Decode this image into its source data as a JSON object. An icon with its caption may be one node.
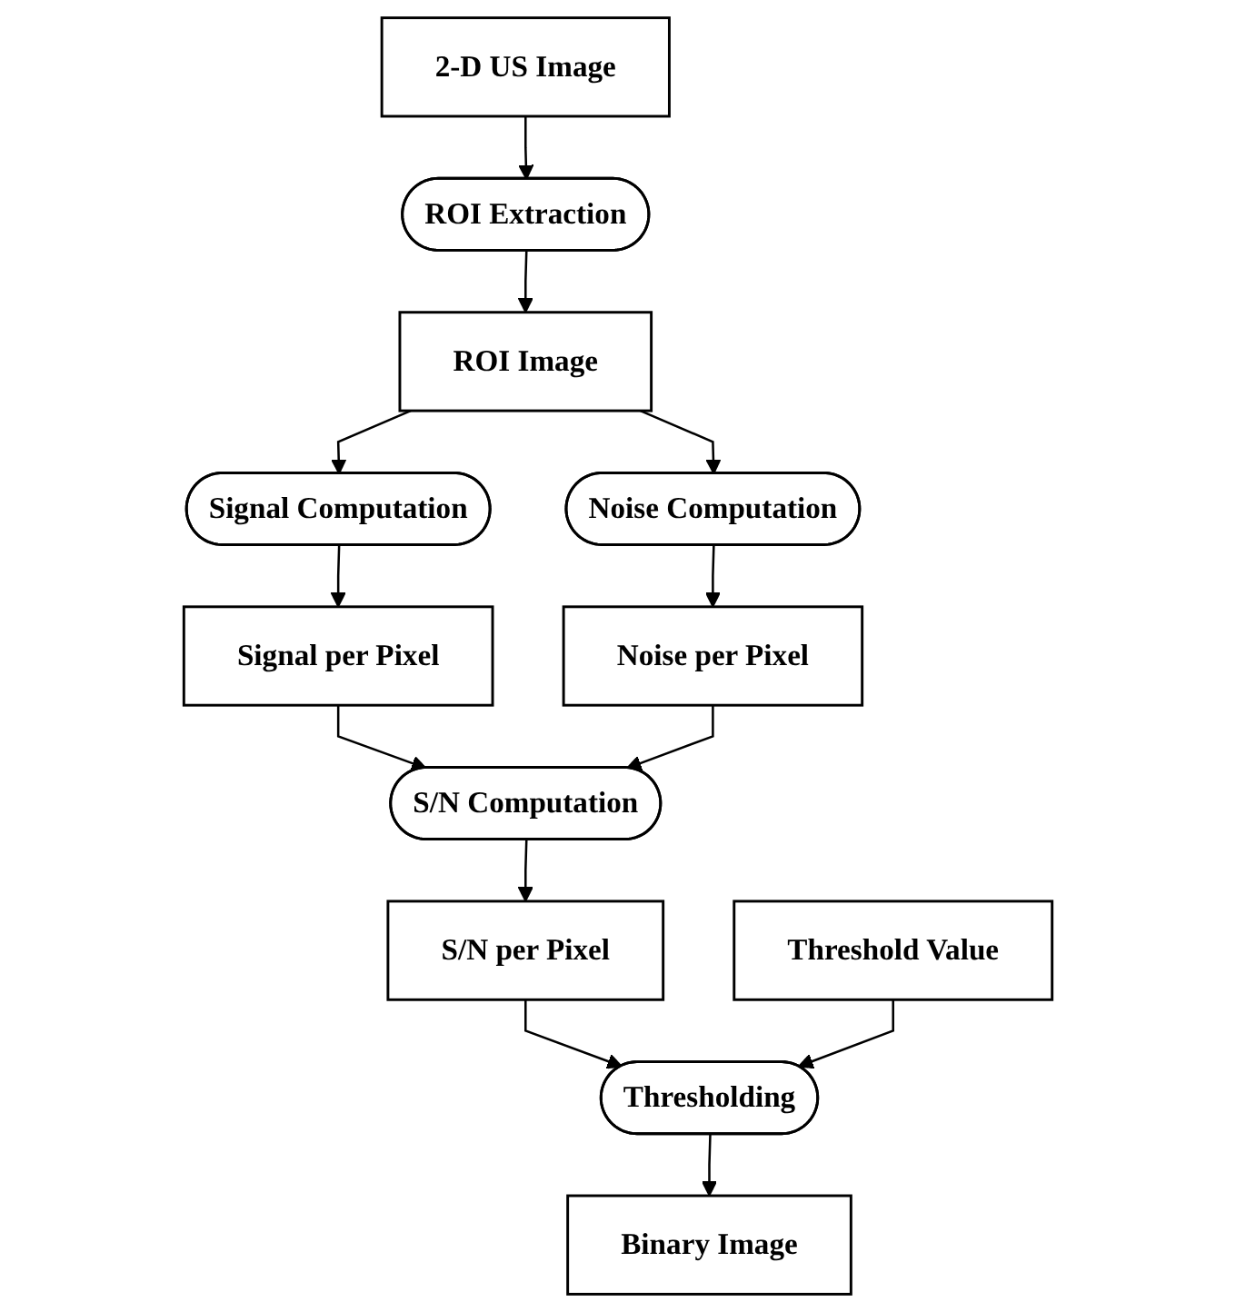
{
  "diagram": {
    "nodes": [
      {
        "text": [
          "2-D US Image"
        ]
      },
      {
        "text": [
          "ROI Extraction"
        ]
      },
      {
        "text": [
          "ROI Image"
        ]
      },
      {
        "text": [
          "Signal Computation"
        ]
      },
      {
        "text": [
          "Noise Computation"
        ]
      },
      {
        "text": [
          "Signal per Pixel"
        ]
      },
      {
        "text": [
          "Noise per Pixel"
        ]
      },
      {
        "text": [
          "S/N Computation"
        ]
      },
      {
        "text": [
          "S/N per Pixel"
        ]
      },
      {
        "text": [
          "Threshold Value"
        ]
      },
      {
        "text": [
          "Thresholding"
        ]
      },
      {
        "text": [
          "Binary Image"
        ]
      }
    ],
    "edges": [
      {
        "from": 0,
        "to": 1,
        "arrow": "to"
      },
      {
        "from": 1,
        "to": 2,
        "arrow": "to"
      },
      {
        "from": 2,
        "to": 3,
        "arrow": "to"
      },
      {
        "from": 2,
        "to": 4,
        "arrow": "to"
      },
      {
        "from": 3,
        "to": 5,
        "arrow": "to"
      },
      {
        "from": 4,
        "to": 6,
        "arrow": "to"
      },
      {
        "from": 5,
        "to": 7,
        "arrow": "to"
      },
      {
        "from": 6,
        "to": 7,
        "arrow": "to"
      },
      {
        "from": 7,
        "to": 8,
        "arrow": "to"
      },
      {
        "from": 8,
        "to": 10,
        "arrow": "to"
      },
      {
        "from": 9,
        "to": 10,
        "arrow": "to"
      },
      {
        "from": 10,
        "to": 11,
        "arrow": "to"
      }
    ]
  }
}
